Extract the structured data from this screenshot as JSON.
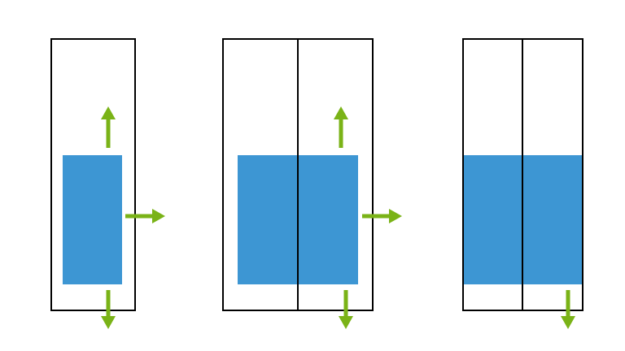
{
  "diagram": {
    "background": "#ffffff",
    "colors": {
      "outline": "#000000",
      "block": "#3d96d3",
      "arrow": "#7ab317"
    },
    "panels": [
      {
        "id": "panel-1",
        "columns": 1,
        "arrows": [
          "up-arrow-icon",
          "right-arrow-icon",
          "down-arrow-icon"
        ]
      },
      {
        "id": "panel-2",
        "columns": 2,
        "arrows": [
          "up-arrow-icon",
          "right-arrow-icon",
          "down-arrow-icon"
        ]
      },
      {
        "id": "panel-3",
        "columns": 2,
        "arrows": [
          "down-arrow-icon"
        ]
      }
    ]
  }
}
